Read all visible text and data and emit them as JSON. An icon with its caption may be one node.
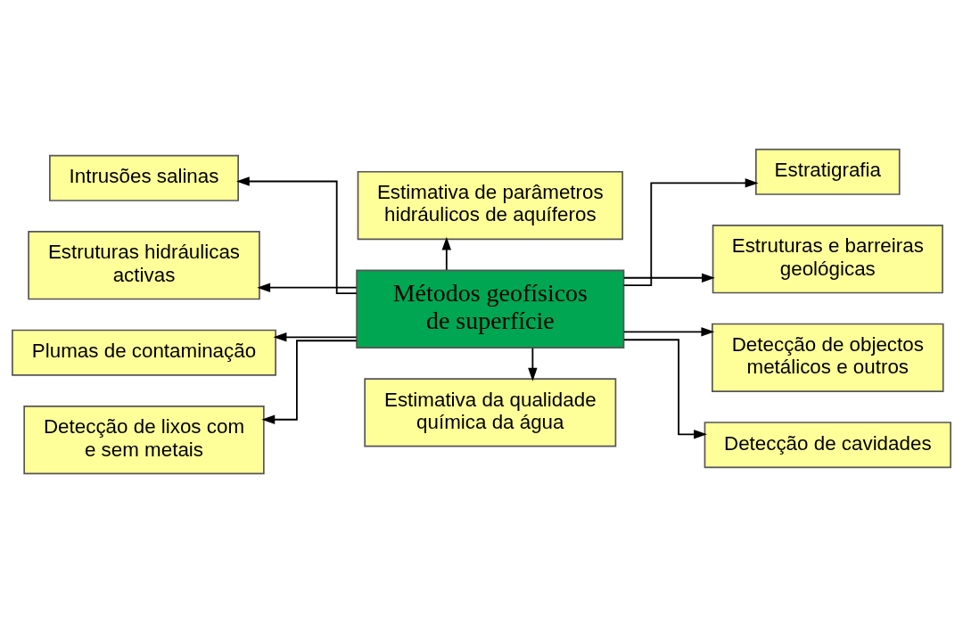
{
  "diagram": {
    "nodes": [
      {
        "text": [
          "Métodos geofísicos de superfície"
        ]
      },
      {
        "text": [
          "Estimativa de parâmetros hidráulicos de aquíferos"
        ]
      },
      {
        "text": [
          "Intrusões salinas"
        ]
      },
      {
        "text": [
          "Estruturas hidráulicas activas"
        ]
      },
      {
        "text": [
          "Plumas de contaminação"
        ]
      },
      {
        "text": [
          "Detecção de lixos com e sem metais"
        ]
      },
      {
        "text": [
          "Estratigrafia"
        ]
      },
      {
        "text": [
          "Estruturas e barreiras geológicas"
        ]
      },
      {
        "text": [
          "Detecção de objectos metálicos e outros"
        ]
      },
      {
        "text": [
          "Detecção de cavidades"
        ]
      },
      {
        "text": [
          "Estimativa da qualidade química da água"
        ]
      }
    ],
    "edges": [
      {
        "from": 0,
        "to": 1,
        "arrow": "to"
      },
      {
        "from": 0,
        "to": 2,
        "arrow": "to"
      },
      {
        "from": 0,
        "to": 3,
        "arrow": "to"
      },
      {
        "from": 0,
        "to": 4,
        "arrow": "to"
      },
      {
        "from": 0,
        "to": 5,
        "arrow": "to"
      },
      {
        "from": 0,
        "to": 6,
        "arrow": "to"
      },
      {
        "from": 0,
        "to": 7,
        "arrow": "to"
      },
      {
        "from": 0,
        "to": 8,
        "arrow": "to"
      },
      {
        "from": 0,
        "to": 9,
        "arrow": "to"
      },
      {
        "from": 0,
        "to": 10,
        "arrow": "to"
      }
    ]
  }
}
